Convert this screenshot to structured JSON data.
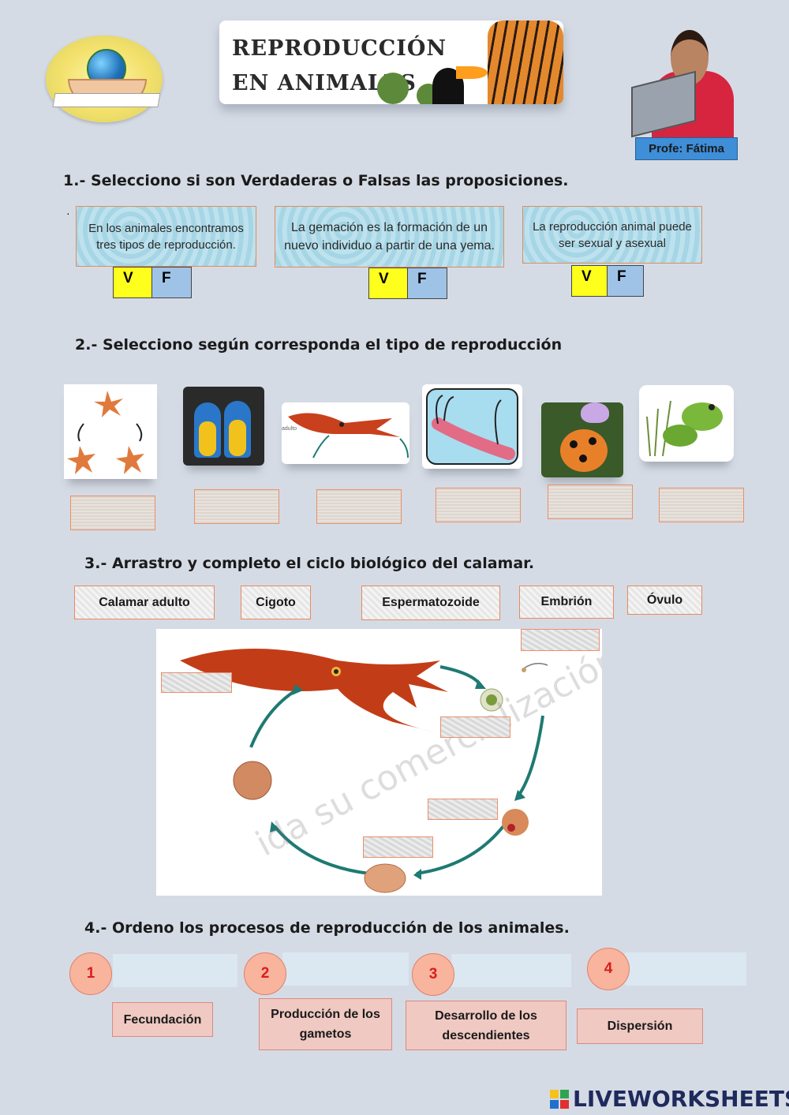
{
  "header": {
    "title_line1": "REPRODUCCIÓN",
    "title_line2": "EN ANIMALES",
    "teacher_label": "Profe: Fátima"
  },
  "section1": {
    "heading": "1.- Selecciono si son Verdaderas o Falsas las proposiciones.",
    "bullet": "·",
    "items": [
      {
        "text": "En los animales encontramos tres tipos de reproducción.",
        "v": "V",
        "f": "F"
      },
      {
        "text": "La gemación es la formación de un nuevo individuo a partir de una yema.",
        "v": "V",
        "f": "F"
      },
      {
        "text": "La reproducción animal puede ser sexual y asexual",
        "v": "V",
        "f": "F"
      }
    ]
  },
  "section2": {
    "heading": "2.- Selecciono según corresponda el tipo de reproducción",
    "images": [
      "starfish-regeneration",
      "macaws",
      "squid",
      "hydra-budding",
      "ladybug",
      "frogs"
    ],
    "squid_caption": "adulto"
  },
  "section3": {
    "heading": "3.- Arrastro y completo el ciclo biológico del calamar.",
    "chips": [
      "Calamar adulto",
      "Cigoto",
      "Espermatozoide",
      "Embrión",
      "Óvulo"
    ],
    "watermark": "ida su comercialización"
  },
  "section4": {
    "heading": "4.- Ordeno los procesos de reproducción de los animales.",
    "numbers": [
      "1",
      "2",
      "3",
      "4"
    ],
    "options": [
      "Fecundación",
      "Producción de los gametos",
      "Desarrollo de los descendientes",
      "Dispersión"
    ]
  },
  "footer": {
    "brand": "LIVEWORKSHEETS"
  },
  "colors": {
    "background": "#d5dbe5",
    "v_button": "#ffff1e",
    "f_button": "#9fc3e7",
    "number_circle": "#f8b49d",
    "option_box": "#efc9c2"
  }
}
